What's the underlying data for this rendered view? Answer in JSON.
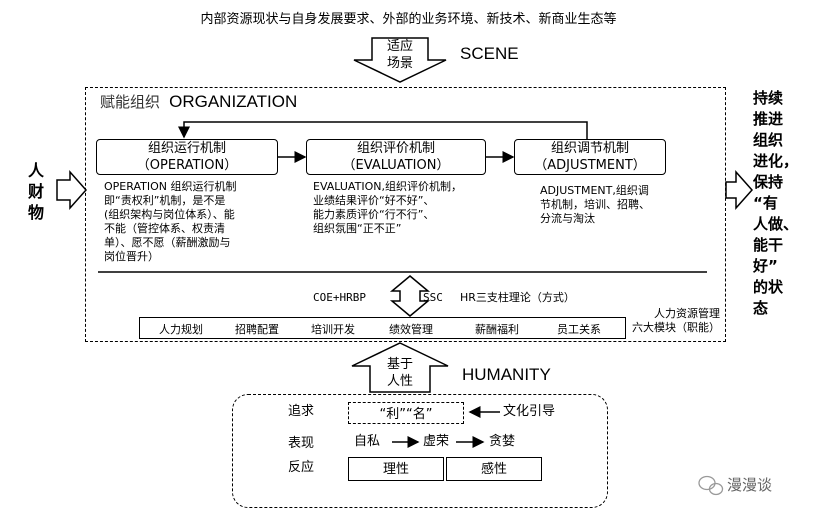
{
  "context": {
    "top": "内部资源现状与自身发展要求、外部的业务环境、新技术、新商业生态等",
    "arrow_top_line1": "适应",
    "arrow_top_line2": "场景",
    "scene": "SCENE"
  },
  "organization": {
    "title_cn": "赋能组织",
    "title_en": "ORGANIZATION",
    "mechanisms": [
      {
        "name_cn": "组织运行机制",
        "name_en": "（OPERATION）",
        "desc": [
          "OPERATION 组织运行机制",
          "即“责权利”机制，是不是",
          "(组织架构与岗位体系）、能",
          "不能（管控体系、权责清",
          "单）、愿不愿（薪酬激励与",
          "岗位晋升）"
        ]
      },
      {
        "name_cn": "组织评价机制",
        "name_en": "（EVALUATION）",
        "desc": [
          "EVALUATION,组织评价机制，",
          "业绩结果评价“好不好”、",
          "能力素质评价“行不行”、",
          "组织氛围“正不正”"
        ]
      },
      {
        "name_cn": "组织调节机制",
        "name_en": "（ADJUSTMENT）",
        "desc": [
          "ADJUSTMENT,组织调",
          "节机制，培训、招聘、",
          "分流与淘汰"
        ]
      }
    ],
    "hr_left": "COE+HRBP",
    "hr_ssc": "SSC",
    "hr_theory": "HR三支柱理论（方式）",
    "modules": [
      "人力规划",
      "招聘配置",
      "培训开发",
      "绩效管理",
      "薪酬福利",
      "员工关系"
    ],
    "modules_label_line1": "人力资源管理",
    "modules_label_line2": "六大模块（职能）"
  },
  "left_input": [
    "人",
    "财",
    "物"
  ],
  "right_output": [
    "持续",
    "推进",
    "组织",
    "进化，",
    "保持",
    "“有",
    "人做、",
    "能干",
    "好”",
    "的状",
    "态"
  ],
  "humanity": {
    "arrow_line1": "基于",
    "arrow_line2": "人性",
    "title": "HUMANITY",
    "row1_label": "追求",
    "pursuit": "“利”“名”",
    "culture": "文化引导",
    "row2_label": "表现",
    "selfish": "自私",
    "vanity": "虚荣",
    "greed": "贪婪",
    "row3_label": "反应",
    "reason": "理性",
    "emotion": "感性"
  },
  "watermark": "漫漫谈"
}
